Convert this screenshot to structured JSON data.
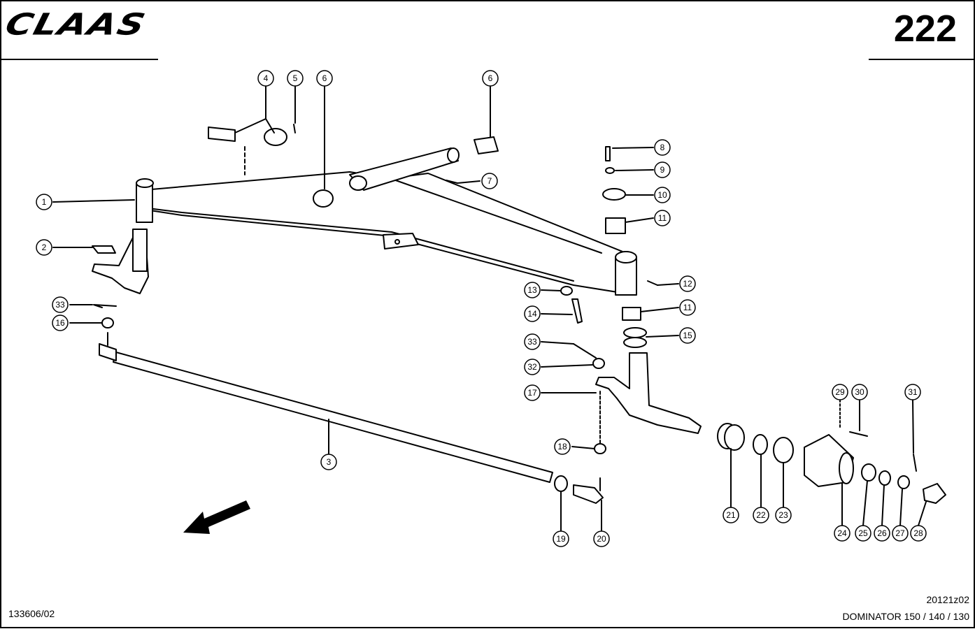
{
  "header": {
    "brand": "CLAAS",
    "page_number": "222"
  },
  "footer": {
    "doc_number": "133606/02",
    "figure_code": "20121z02",
    "model": "DOMINATOR 150 / 140 / 130"
  },
  "callouts": [
    "1",
    "2",
    "3",
    "4",
    "5",
    "6",
    "6",
    "7",
    "8",
    "9",
    "10",
    "11",
    "11",
    "12",
    "13",
    "14",
    "15",
    "16",
    "17",
    "18",
    "19",
    "20",
    "21",
    "22",
    "23",
    "24",
    "25",
    "26",
    "27",
    "28",
    "29",
    "30",
    "31",
    "32",
    "33",
    "33"
  ]
}
